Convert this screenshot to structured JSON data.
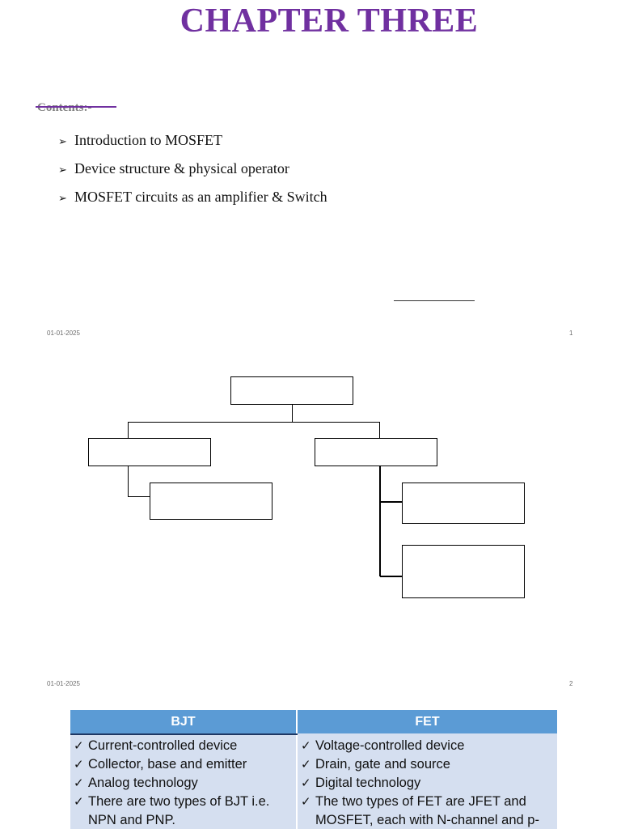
{
  "title": "CHAPTER THREE",
  "contents": {
    "label": "Contents:-",
    "items": [
      "Introduction to MOSFET",
      "Device structure & physical operator",
      "MOSFET circuits as an amplifier & Switch"
    ]
  },
  "slides": [
    {
      "date": "01-01-2025",
      "number": "1"
    },
    {
      "date": "01-01-2025",
      "number": "2"
    }
  ],
  "icons": {
    "bullet": "arrow-bullet-icon",
    "check": "checkmark-icon"
  },
  "colors": {
    "title": "#7030a0",
    "table_header": "#5b9bd5",
    "table_body": "#d5dff0"
  },
  "comparison": {
    "headers": [
      "BJT",
      "FET"
    ],
    "bjt": [
      "Current-controlled device",
      "Collector, base and emitter",
      "Analog technology",
      "There are two types of BJT i.e. NPN and PNP."
    ],
    "fet": [
      "Voltage-controlled device",
      "Drain, gate and source",
      "Digital technology",
      "The two types of FET are JFET and MOSFET, each with N-channel and p-"
    ]
  }
}
